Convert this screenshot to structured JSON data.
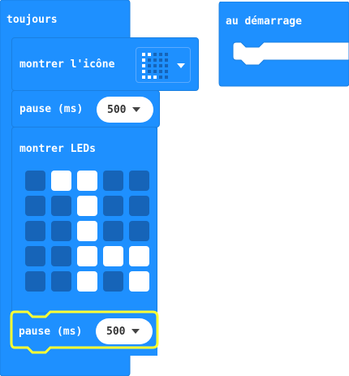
{
  "blocks": {
    "forever": {
      "label": "toujours",
      "show_icon": {
        "label": "montrer l'icône",
        "icon_name": "letter-l-icon"
      },
      "pause_1": {
        "label": "pause (ms)",
        "value": "500"
      },
      "show_leds": {
        "label": "montrer LEDs",
        "grid": [
          [
            0,
            1,
            1,
            0,
            0
          ],
          [
            0,
            0,
            1,
            0,
            0
          ],
          [
            0,
            0,
            1,
            0,
            0
          ],
          [
            0,
            0,
            1,
            1,
            1
          ],
          [
            0,
            0,
            1,
            0,
            1
          ]
        ]
      },
      "pause_2": {
        "label": "pause (ms)",
        "value": "500"
      }
    },
    "on_start": {
      "label": "au démarrage"
    }
  },
  "colors": {
    "block_blue": "#1e90ff",
    "led_off": "#1664b8",
    "led_on": "#ffffff",
    "highlight": "#ffff33"
  }
}
